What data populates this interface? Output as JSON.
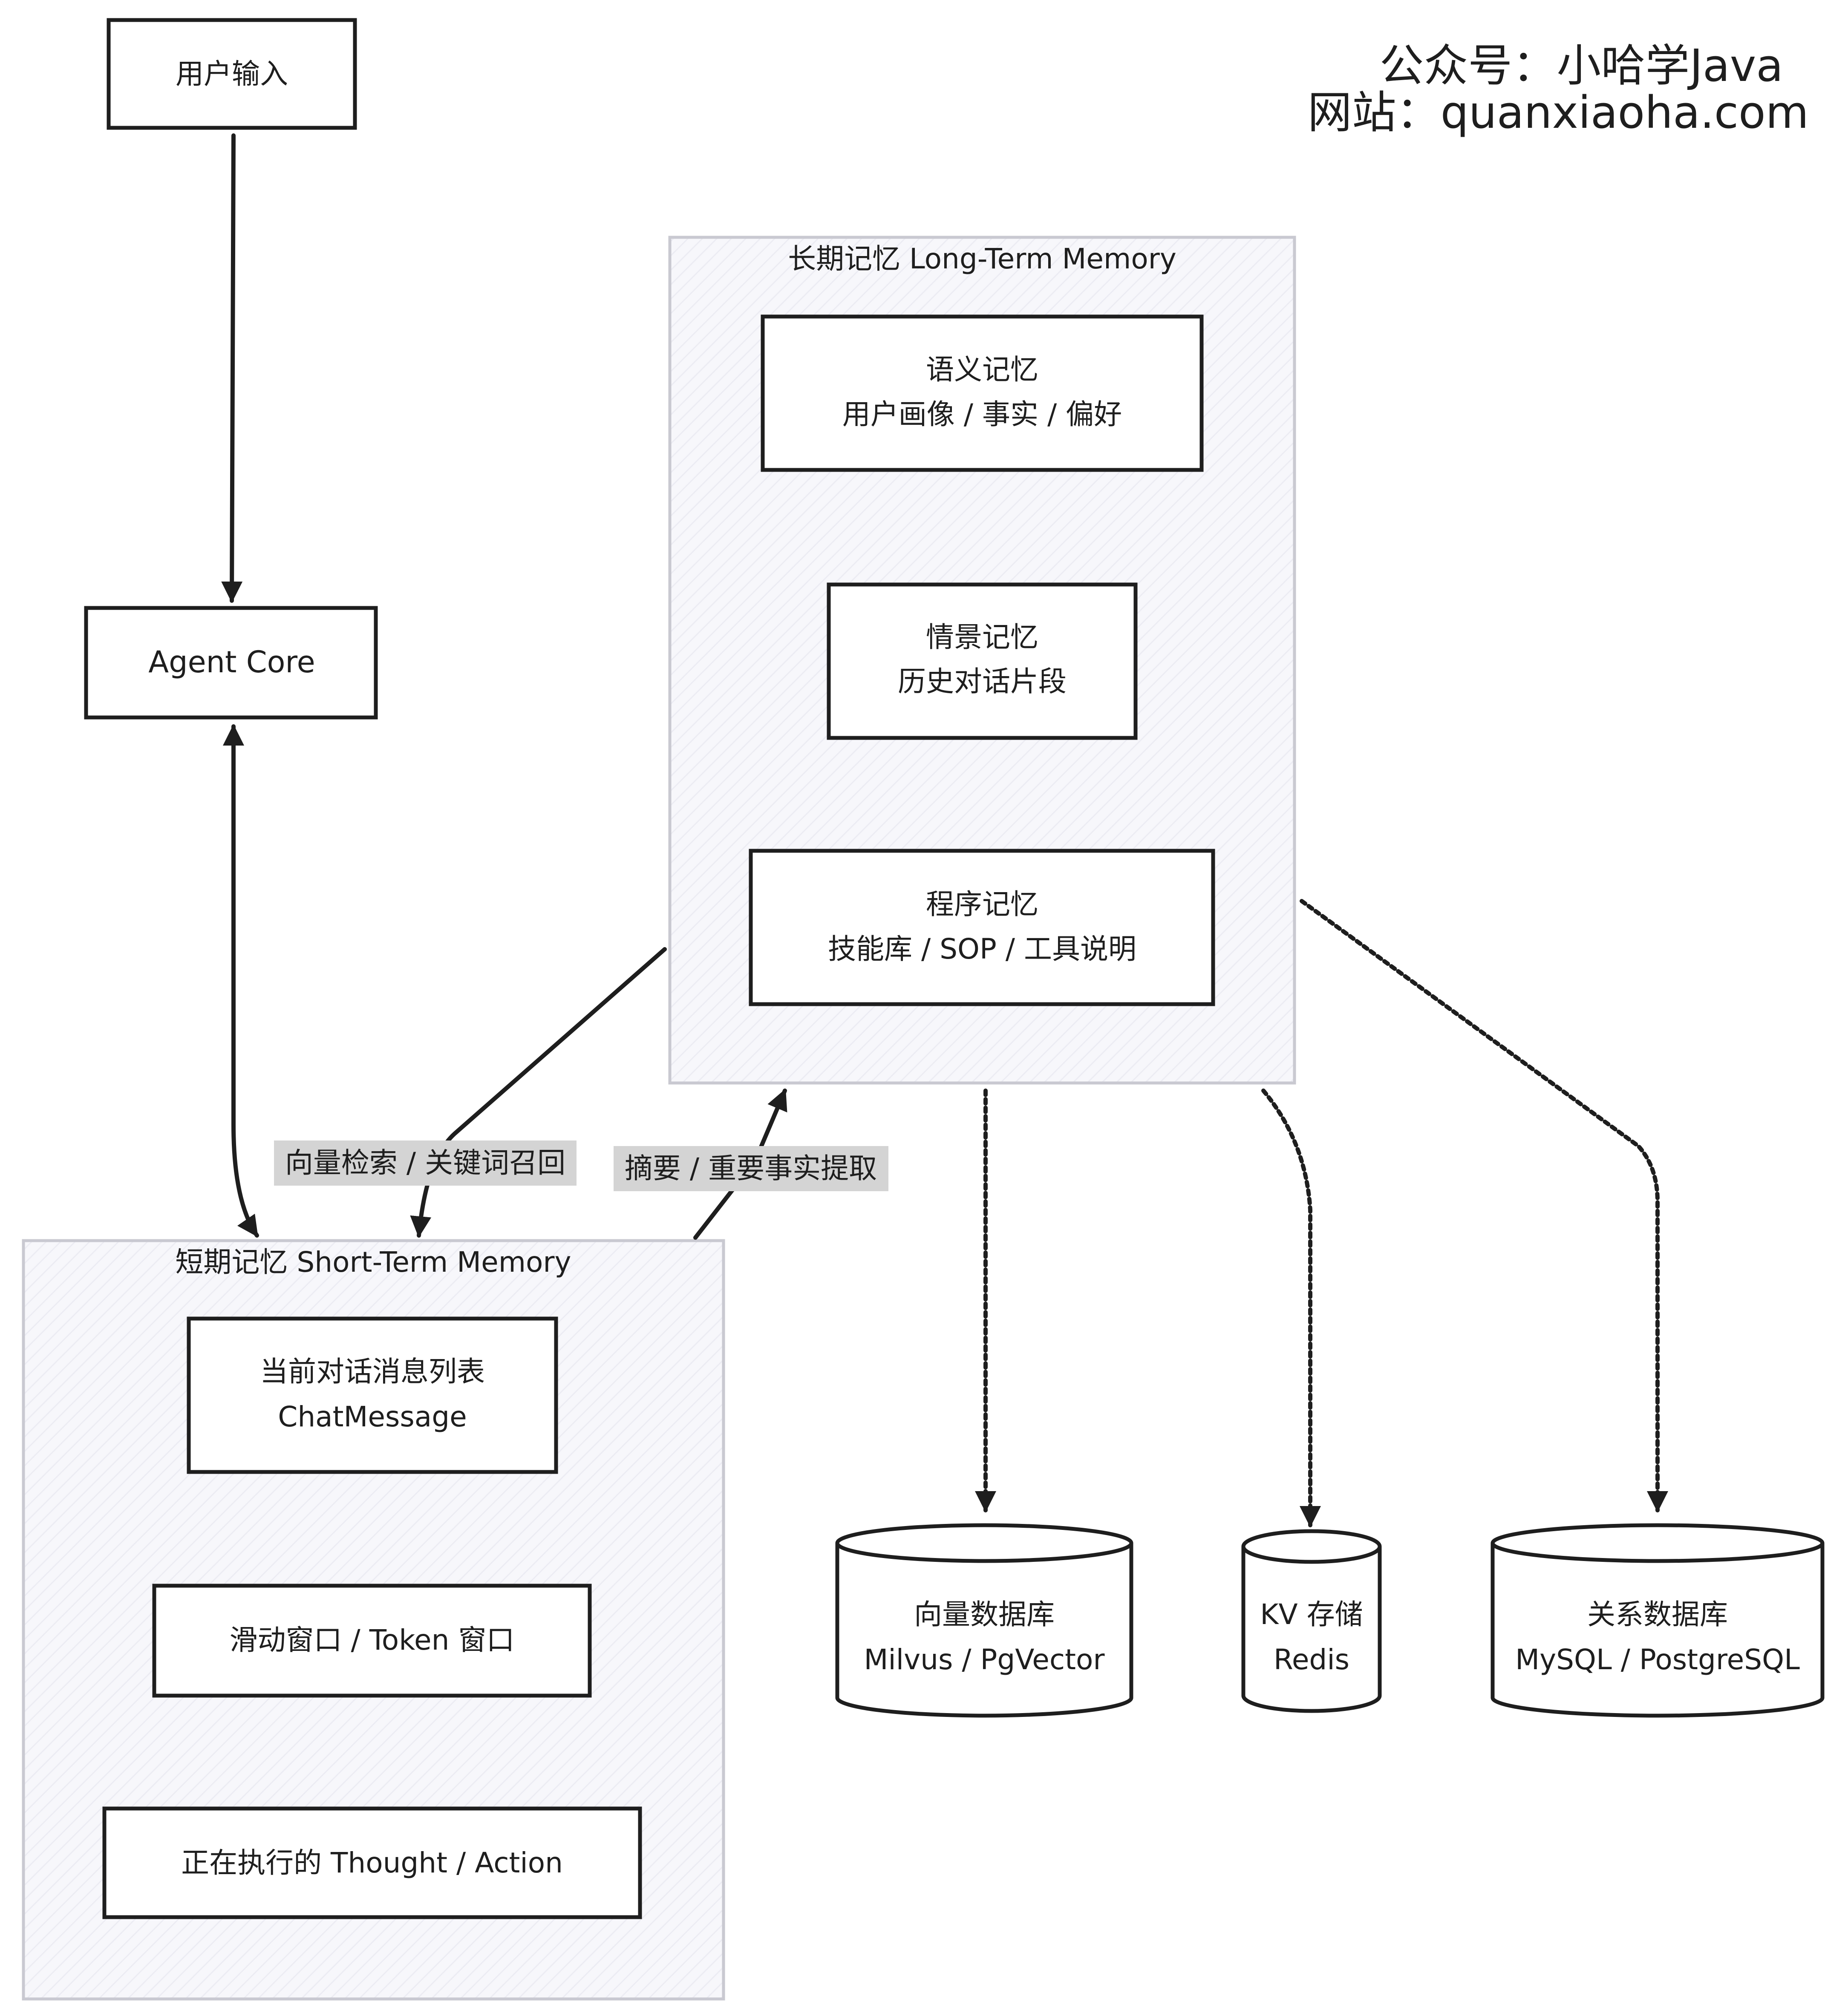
{
  "watermark": {
    "line1": "公众号：小哈学Java",
    "line2": "网站：quanxiaoha.com",
    "color": "#c8cfb3"
  },
  "nodes": {
    "user_input": "用户输入",
    "agent_core": "Agent Core"
  },
  "long_term": {
    "title": "长期记忆 Long-Term Memory",
    "semantic": {
      "line1": "语义记忆",
      "line2": "用户画像 / 事实 / 偏好"
    },
    "episodic": {
      "line1": "情景记忆",
      "line2": "历史对话片段"
    },
    "procedural": {
      "line1": "程序记忆",
      "line2": "技能库 / SOP / 工具说明"
    }
  },
  "short_term": {
    "title": "短期记忆 Short-Term Memory",
    "messages": {
      "line1": "当前对话消息列表",
      "line2": "ChatMessage"
    },
    "window": "滑动窗口 / Token 窗口",
    "thought": "正在执行的 Thought / Action"
  },
  "edge_labels": {
    "retrieve": "向量检索 / 关键词召回",
    "summarize": "摘要 / 重要事实提取"
  },
  "stores": {
    "vector_db": {
      "line1": "向量数据库",
      "line2": "Milvus / PgVector"
    },
    "kv": {
      "line1": "KV 存储",
      "line2": "Redis"
    },
    "relational": {
      "line1": "关系数据库",
      "line2": "MySQL / PostgreSQL"
    }
  },
  "colors": {
    "stroke": "#1e1e1e",
    "container_border": "#c9c9d1",
    "container_fill": "#f7f7fb",
    "label_background": "#d4d4d4"
  }
}
